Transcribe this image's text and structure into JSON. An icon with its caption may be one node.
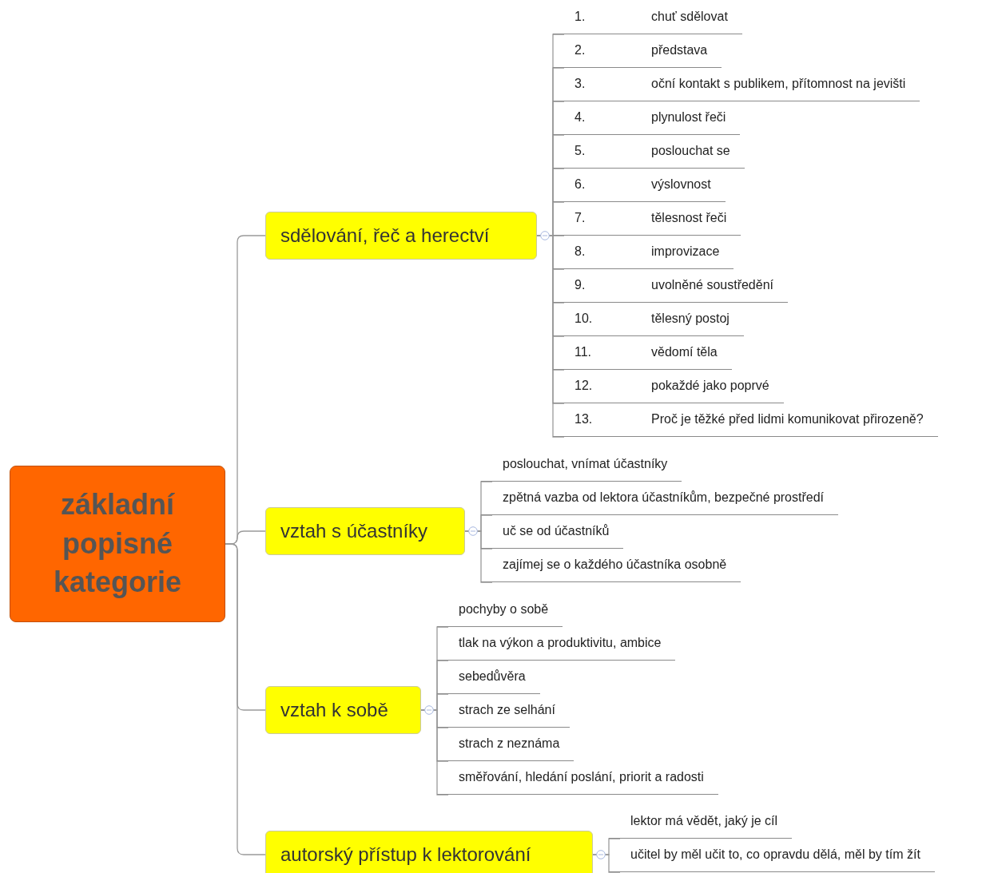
{
  "diagram": {
    "nodes": [
      {
        "text": [
          "základní popisné kategorie"
        ]
      },
      {
        "text": [
          "sdělování, řeč a herectví"
        ]
      },
      {
        "text": [
          "1.",
          "chuť sdělovat"
        ]
      },
      {
        "text": [
          "2.",
          "představa"
        ]
      },
      {
        "text": [
          "3.",
          "oční kontakt s publikem, přítomnost na jevišti"
        ]
      },
      {
        "text": [
          "4.",
          "plynulost řeči"
        ]
      },
      {
        "text": [
          "5.",
          "poslouchat se"
        ]
      },
      {
        "text": [
          "6.",
          "výslovnost"
        ]
      },
      {
        "text": [
          "7.",
          "tělesnost řeči"
        ]
      },
      {
        "text": [
          "8.",
          "improvizace"
        ]
      },
      {
        "text": [
          "9.",
          "uvolněné soustředění"
        ]
      },
      {
        "text": [
          "10.",
          "tělesný postoj"
        ]
      },
      {
        "text": [
          "11.",
          "vědomí těla"
        ]
      },
      {
        "text": [
          "12.",
          "pokaždé jako poprvé"
        ]
      },
      {
        "text": [
          "13.",
          "Proč je těžké před lidmi komunikovat přirozeně?"
        ]
      },
      {
        "text": [
          "vztah s účastníky"
        ]
      },
      {
        "text": [
          "poslouchat, vnímat účastníky"
        ]
      },
      {
        "text": [
          "zpětná vazba od lektora účastníkům, bezpečné prostředí"
        ]
      },
      {
        "text": [
          "uč se od účastníků"
        ]
      },
      {
        "text": [
          "zajímej se o každého účastníka osobně"
        ]
      },
      {
        "text": [
          "vztah k sobě"
        ]
      },
      {
        "text": [
          "pochyby o sobě"
        ]
      },
      {
        "text": [
          "tlak na výkon a produktivitu, ambice"
        ]
      },
      {
        "text": [
          "sebedůvěra"
        ]
      },
      {
        "text": [
          "strach ze selhání"
        ]
      },
      {
        "text": [
          "strach z neznáma"
        ]
      },
      {
        "text": [
          "směřování, hledání poslání, priorit a radosti"
        ]
      },
      {
        "text": [
          "autorský přístup k lektorování"
        ]
      },
      {
        "text": [
          "lektor má vědět, jaký je cíl"
        ]
      },
      {
        "text": [
          "učitel by měl učit to, co opravdu dělá, měl by tím žít"
        ]
      }
    ],
    "edges": [
      {
        "from": 0,
        "to": 1,
        "arrow": "none"
      },
      {
        "from": 0,
        "to": 15,
        "arrow": "none"
      },
      {
        "from": 0,
        "to": 20,
        "arrow": "none"
      },
      {
        "from": 0,
        "to": 27,
        "arrow": "none"
      },
      {
        "from": 1,
        "to": 2,
        "arrow": "none"
      },
      {
        "from": 1,
        "to": 3,
        "arrow": "none"
      },
      {
        "from": 1,
        "to": 4,
        "arrow": "none"
      },
      {
        "from": 1,
        "to": 5,
        "arrow": "none"
      },
      {
        "from": 1,
        "to": 6,
        "arrow": "none"
      },
      {
        "from": 1,
        "to": 7,
        "arrow": "none"
      },
      {
        "from": 1,
        "to": 8,
        "arrow": "none"
      },
      {
        "from": 1,
        "to": 9,
        "arrow": "none"
      },
      {
        "from": 1,
        "to": 10,
        "arrow": "none"
      },
      {
        "from": 1,
        "to": 11,
        "arrow": "none"
      },
      {
        "from": 1,
        "to": 12,
        "arrow": "none"
      },
      {
        "from": 1,
        "to": 13,
        "arrow": "none"
      },
      {
        "from": 1,
        "to": 14,
        "arrow": "none"
      },
      {
        "from": 15,
        "to": 16,
        "arrow": "none"
      },
      {
        "from": 15,
        "to": 17,
        "arrow": "none"
      },
      {
        "from": 15,
        "to": 18,
        "arrow": "none"
      },
      {
        "from": 15,
        "to": 19,
        "arrow": "none"
      },
      {
        "from": 20,
        "to": 21,
        "arrow": "none"
      },
      {
        "from": 20,
        "to": 22,
        "arrow": "none"
      },
      {
        "from": 20,
        "to": 23,
        "arrow": "none"
      },
      {
        "from": 20,
        "to": 24,
        "arrow": "none"
      },
      {
        "from": 20,
        "to": 25,
        "arrow": "none"
      },
      {
        "from": 20,
        "to": 26,
        "arrow": "none"
      },
      {
        "from": 27,
        "to": 28,
        "arrow": "none"
      },
      {
        "from": 27,
        "to": 29,
        "arrow": "none"
      }
    ]
  }
}
